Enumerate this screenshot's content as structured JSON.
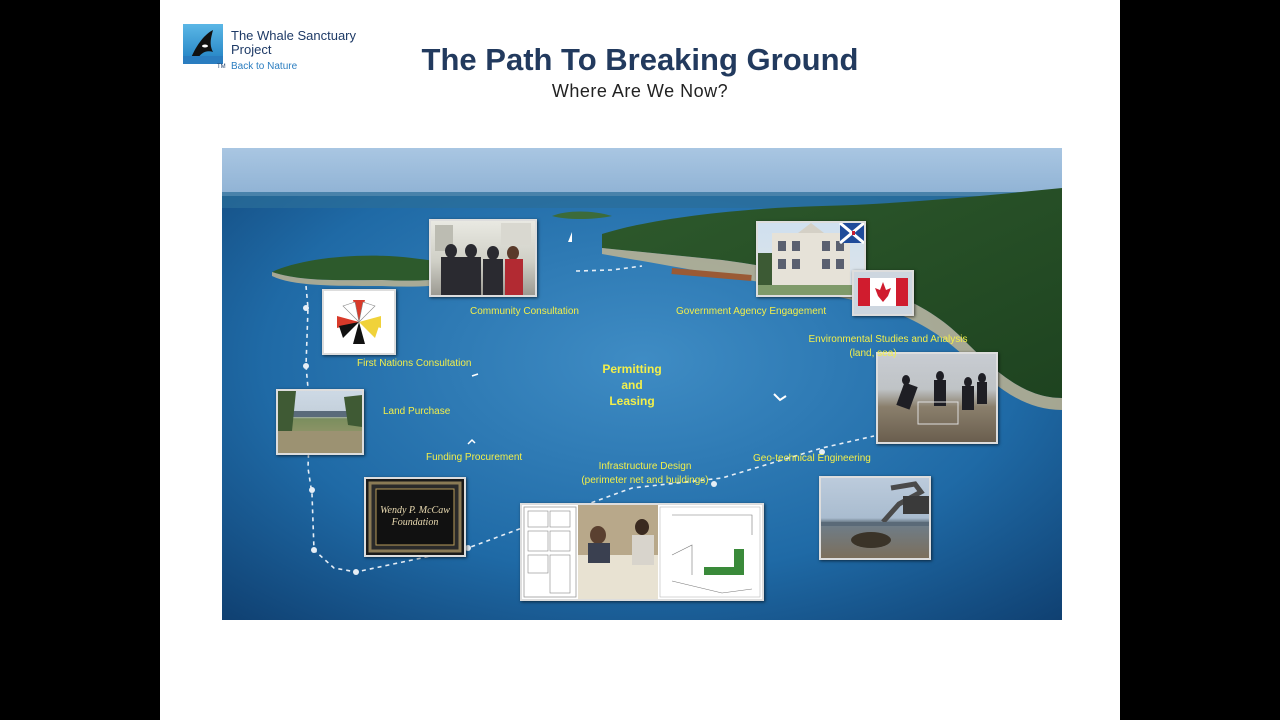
{
  "logo": {
    "line1": "The Whale Sanctuary",
    "line2": "Project",
    "line3": "Back to Nature",
    "tm": "TM"
  },
  "title": "The Path To Breaking Ground",
  "subtitle": "Where Are We Now?",
  "map": {
    "center_label_1": "Permitting",
    "center_label_2": "and",
    "center_label_3": "Leasing",
    "steps": {
      "community": "Community Consultation",
      "government": "Government Agency Engagement",
      "first_nations": "First Nations Consultation",
      "environmental_1": "Environmental Studies and Analysis",
      "environmental_2": "(land, sea)",
      "land": "Land Purchase",
      "funding": "Funding Procurement",
      "infrastructure_1": "Infrastructure Design",
      "infrastructure_2": "(perimeter net and buildings)",
      "geotechnical": "Geo-technical Engineering"
    },
    "plaque_line1": "Wendy P. McCaw",
    "plaque_line2": "Foundation"
  },
  "colors": {
    "label": "#f3ef4a",
    "title": "#223a5e",
    "sea": "#1b5e93"
  }
}
